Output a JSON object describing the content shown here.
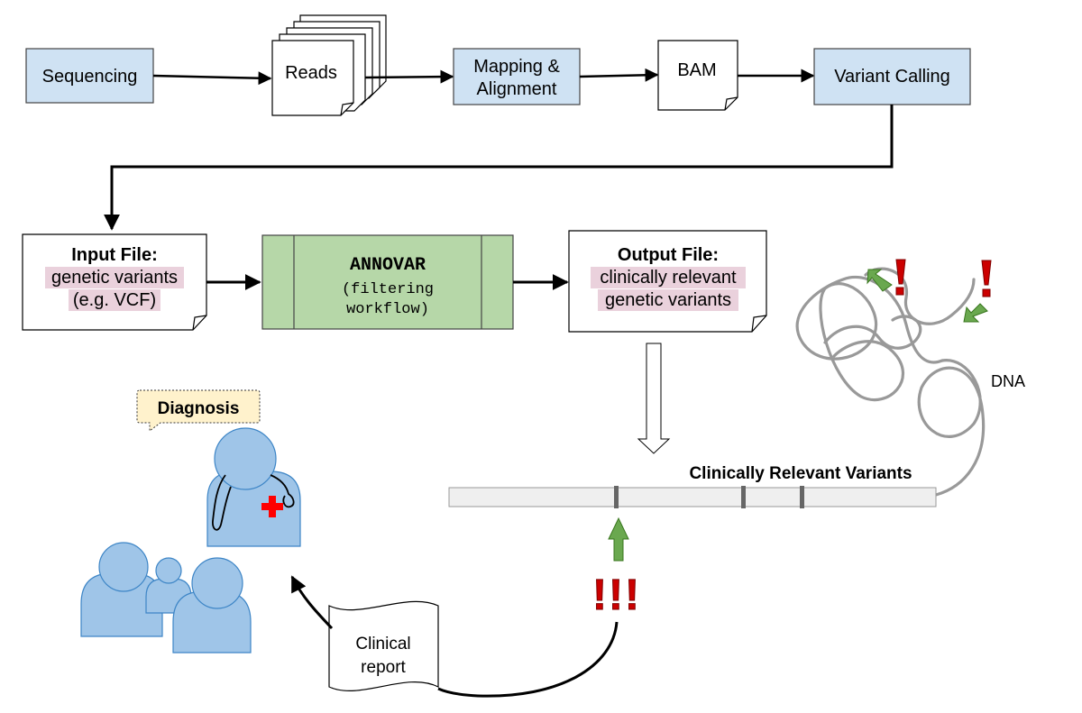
{
  "steps": {
    "sequencing": "Sequencing",
    "reads": "Reads",
    "mapping_line1": "Mapping &",
    "mapping_line2": "Alignment",
    "bam": "BAM",
    "variant_calling": "Variant Calling"
  },
  "input_file": {
    "title": "Input File:",
    "line1": "genetic variants",
    "line2": "(e.g. VCF)"
  },
  "annovar": {
    "title": "ANNOVAR",
    "line1": "(filtering",
    "line2": "workflow)"
  },
  "output_file": {
    "title": "Output File:",
    "line1": "clinically relevant",
    "line2": "genetic variants"
  },
  "dna_label": "DNA",
  "variants_label": "Clinically Relevant Variants",
  "diagnosis_label": "Diagnosis",
  "report": {
    "line1": "Clinical",
    "line2": "report"
  },
  "alert_marks": "!!!",
  "colors": {
    "process_blue": "#cfe2f3",
    "annovar_green": "#b6d7a8",
    "highlight_pink": "#ead1dc",
    "people_blue": "#9fc5e8",
    "arrow_green": "#6aa84f",
    "alert_red": "#cc0000",
    "callout_yellow": "#fff2cc",
    "dna_gray": "#999999"
  }
}
